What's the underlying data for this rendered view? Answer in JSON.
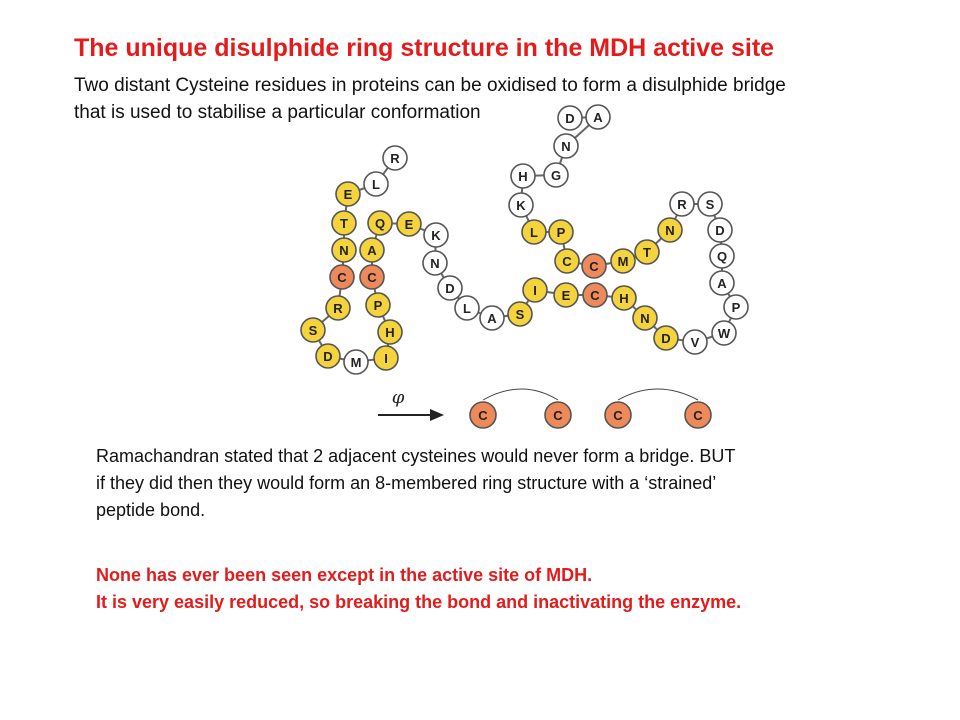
{
  "title": "The unique disulphide ring structure in the MDH active site",
  "intro": {
    "line1": "Two distant Cysteine residues in proteins can be oxidised to form a disulphide bridge",
    "line2": "that is used to stabilise a particular conformation"
  },
  "diagram": {
    "phi_label": "φ",
    "colors": {
      "yellow": "#f4d33c",
      "orange": "#ee8a5a",
      "white": "#ffffff",
      "outline": "#555555"
    },
    "residues": [
      {
        "letter": "D",
        "color": "white"
      },
      {
        "letter": "A",
        "color": "white"
      },
      {
        "letter": "N",
        "color": "white"
      },
      {
        "letter": "G",
        "color": "white"
      },
      {
        "letter": "H",
        "color": "white"
      },
      {
        "letter": "K",
        "color": "white"
      },
      {
        "letter": "L",
        "color": "yellow"
      },
      {
        "letter": "P",
        "color": "yellow"
      },
      {
        "letter": "C",
        "color": "yellow"
      },
      {
        "letter": "C",
        "color": "orange"
      },
      {
        "letter": "M",
        "color": "yellow"
      },
      {
        "letter": "T",
        "color": "yellow"
      },
      {
        "letter": "N",
        "color": "yellow"
      },
      {
        "letter": "R",
        "color": "white"
      },
      {
        "letter": "S",
        "color": "white"
      },
      {
        "letter": "D",
        "color": "white"
      },
      {
        "letter": "Q",
        "color": "white"
      },
      {
        "letter": "A",
        "color": "white"
      },
      {
        "letter": "P",
        "color": "white"
      },
      {
        "letter": "W",
        "color": "white"
      },
      {
        "letter": "V",
        "color": "white"
      },
      {
        "letter": "D",
        "color": "yellow"
      },
      {
        "letter": "N",
        "color": "yellow"
      },
      {
        "letter": "H",
        "color": "yellow"
      },
      {
        "letter": "C",
        "color": "orange"
      },
      {
        "letter": "E",
        "color": "yellow"
      },
      {
        "letter": "I",
        "color": "yellow"
      },
      {
        "letter": "S",
        "color": "yellow"
      },
      {
        "letter": "A",
        "color": "white"
      },
      {
        "letter": "L",
        "color": "white"
      },
      {
        "letter": "D",
        "color": "white"
      },
      {
        "letter": "N",
        "color": "white"
      },
      {
        "letter": "K",
        "color": "white"
      },
      {
        "letter": "E",
        "color": "yellow"
      },
      {
        "letter": "Q",
        "color": "yellow"
      },
      {
        "letter": "A",
        "color": "yellow"
      },
      {
        "letter": "C",
        "color": "orange"
      },
      {
        "letter": "P",
        "color": "yellow"
      },
      {
        "letter": "H",
        "color": "yellow"
      },
      {
        "letter": "I",
        "color": "yellow"
      },
      {
        "letter": "M",
        "color": "white"
      },
      {
        "letter": "D",
        "color": "yellow"
      },
      {
        "letter": "S",
        "color": "yellow"
      },
      {
        "letter": "R",
        "color": "yellow"
      },
      {
        "letter": "C",
        "color": "orange"
      },
      {
        "letter": "N",
        "color": "yellow"
      },
      {
        "letter": "T",
        "color": "yellow"
      },
      {
        "letter": "E",
        "color": "yellow"
      },
      {
        "letter": "L",
        "color": "white"
      },
      {
        "letter": "R",
        "color": "white"
      }
    ],
    "bottom_cysteines": [
      "C",
      "C",
      "C",
      "C"
    ]
  },
  "body": {
    "line1": "Ramachandran stated that 2 adjacent cysteines would never form a bridge. BUT",
    "line2": "if they did then they would form an 8-membered ring structure with a ‘strained’",
    "line3": "peptide bond."
  },
  "notes": {
    "line1": "None has ever been seen except in the active site of MDH.",
    "line2": "It is very easily reduced, so breaking the bond and inactivating the enzyme."
  }
}
